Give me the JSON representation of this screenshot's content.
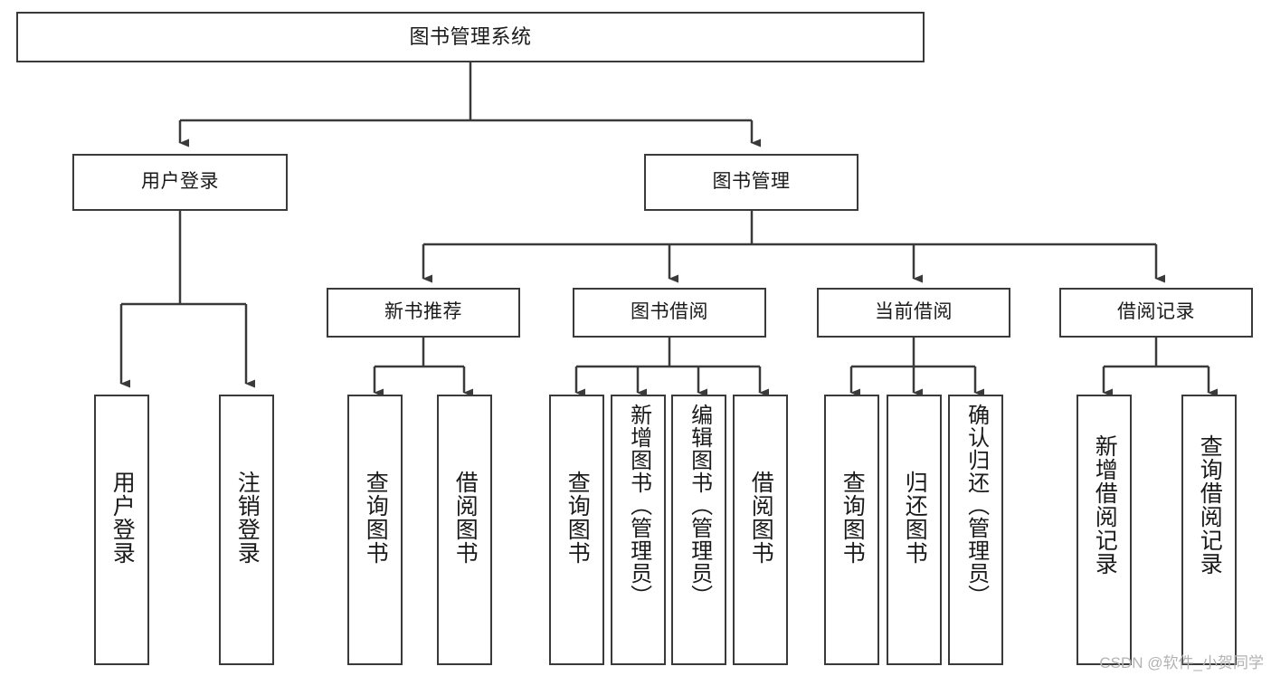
{
  "diagram": {
    "type": "hierarchy-tree",
    "title": "图书管理系统",
    "root": {
      "id": "root",
      "label": "图书管理系统",
      "orientation": "horizontal"
    },
    "level2": [
      {
        "id": "user-login",
        "label": "用户登录",
        "orientation": "horizontal"
      },
      {
        "id": "book-manage",
        "label": "图书管理",
        "orientation": "horizontal"
      }
    ],
    "level3": [
      {
        "id": "new-book-recommend",
        "label": "新书推荐",
        "orientation": "horizontal",
        "parent": "book-manage"
      },
      {
        "id": "book-borrow",
        "label": "图书借阅",
        "orientation": "horizontal",
        "parent": "book-manage"
      },
      {
        "id": "current-borrow",
        "label": "当前借阅",
        "orientation": "horizontal",
        "parent": "book-manage"
      },
      {
        "id": "borrow-record",
        "label": "借阅记录",
        "orientation": "horizontal",
        "parent": "book-manage"
      }
    ],
    "leaves": [
      {
        "id": "leaf-user-login",
        "label": "用户登录",
        "parent": "user-login"
      },
      {
        "id": "leaf-logout-login",
        "label": "注销登录",
        "parent": "user-login"
      },
      {
        "id": "leaf-query-book-1",
        "label": "查询图书",
        "parent": "new-book-recommend"
      },
      {
        "id": "leaf-borrow-book-1",
        "label": "借阅图书",
        "parent": "new-book-recommend"
      },
      {
        "id": "leaf-query-book-2",
        "label": "查询图书",
        "parent": "book-borrow"
      },
      {
        "id": "leaf-add-book-admin",
        "label": "新增图书（管理员）",
        "parent": "book-borrow"
      },
      {
        "id": "leaf-edit-book-admin",
        "label": "编辑图书（管理员）",
        "parent": "book-borrow"
      },
      {
        "id": "leaf-borrow-book-2",
        "label": "借阅图书",
        "parent": "book-borrow"
      },
      {
        "id": "leaf-query-book-3",
        "label": "查询图书",
        "parent": "current-borrow"
      },
      {
        "id": "leaf-return-book",
        "label": "归还图书",
        "parent": "current-borrow"
      },
      {
        "id": "leaf-confirm-return-admin",
        "label": "确认归还（管理员）",
        "parent": "current-borrow"
      },
      {
        "id": "leaf-add-borrow-record",
        "label": "新增借阅记录",
        "parent": "borrow-record"
      },
      {
        "id": "leaf-query-borrow-record",
        "label": "查询借阅记录",
        "parent": "borrow-record"
      }
    ]
  },
  "watermark": {
    "text": "CSDN @软件_小贺同学"
  },
  "colors": {
    "stroke": "#3a3a3a",
    "background": "#ffffff",
    "text": "#1a1a1a",
    "watermark": "#b3b3b3"
  }
}
